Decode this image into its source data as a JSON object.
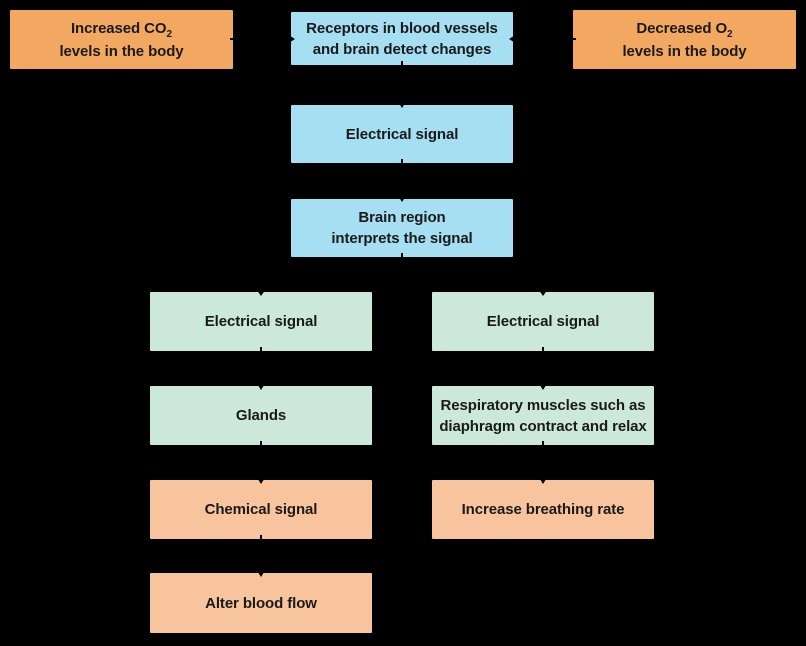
{
  "palette": {
    "bg": "#000000",
    "orange": "#f3a862",
    "blue": "#a6def2",
    "green": "#cce8db",
    "peach": "#f8c49e",
    "text": "#1a1a1a",
    "arrow": "#000000"
  },
  "nodes": {
    "increased_co2": {
      "line1": "Increased CO",
      "line1_sub": "2",
      "line2": "levels in the body"
    },
    "receptors": {
      "line1": "Receptors in blood vessels",
      "line2": "and brain detect changes"
    },
    "decreased_o2": {
      "line1": "Decreased O",
      "line1_sub": "2",
      "line2": "levels in the body"
    },
    "electrical_signal_center": {
      "label": "Electrical signal"
    },
    "brain_region": {
      "line1": "Brain region",
      "line2": "interprets the signal"
    },
    "electrical_signal_left": {
      "label": "Electrical signal"
    },
    "electrical_signal_right": {
      "label": "Electrical signal"
    },
    "glands": {
      "label": "Glands"
    },
    "respiratory_muscles": {
      "line1": "Respiratory muscles such as",
      "line2": "diaphragm contract and relax"
    },
    "chemical_signal": {
      "label": "Chemical signal"
    },
    "increase_breathing_rate": {
      "label": "Increase breathing rate"
    },
    "alter_blood_flow": {
      "label": "Alter blood flow"
    }
  },
  "arrows": [
    {
      "from": "increased_co2",
      "to": "receptors"
    },
    {
      "from": "decreased_o2",
      "to": "receptors"
    },
    {
      "from": "receptors",
      "to": "electrical_signal_center"
    },
    {
      "from": "electrical_signal_center",
      "to": "brain_region"
    },
    {
      "from": "brain_region",
      "to": "electrical_signal_left"
    },
    {
      "from": "brain_region",
      "to": "electrical_signal_right"
    },
    {
      "from": "electrical_signal_left",
      "to": "glands"
    },
    {
      "from": "glands",
      "to": "chemical_signal"
    },
    {
      "from": "chemical_signal",
      "to": "alter_blood_flow"
    },
    {
      "from": "electrical_signal_right",
      "to": "respiratory_muscles"
    },
    {
      "from": "respiratory_muscles",
      "to": "increase_breathing_rate"
    }
  ]
}
